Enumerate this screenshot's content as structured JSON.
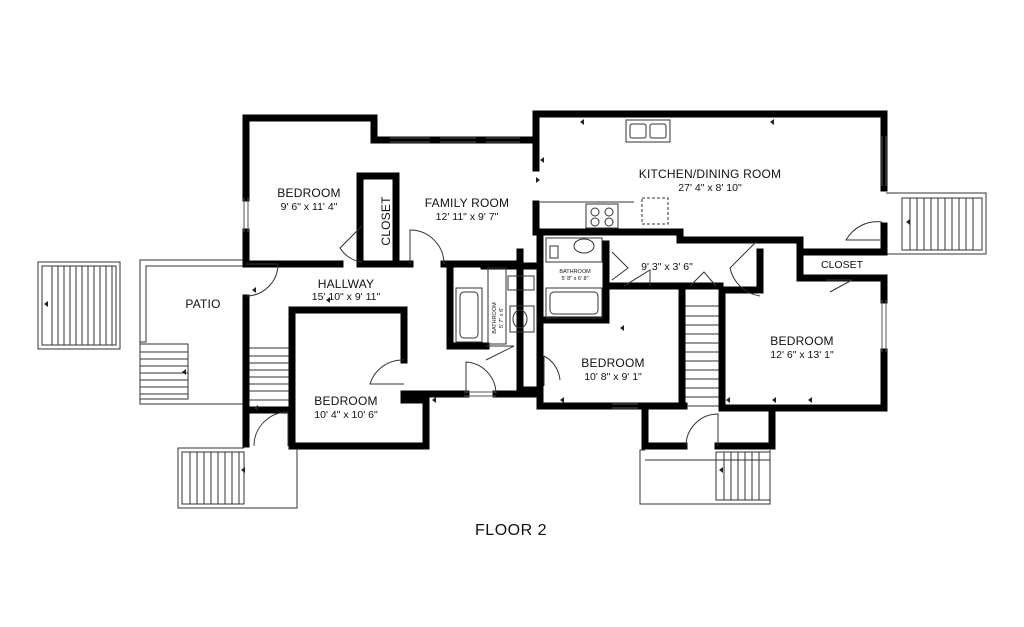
{
  "floor_label": "FLOOR 2",
  "rooms": {
    "bedroom_nw": {
      "name": "BEDROOM",
      "size": "9' 6\" x 11' 4\""
    },
    "closet_nw": {
      "name": "CLOSET"
    },
    "family_room": {
      "name": "FAMILY ROOM",
      "size": "12' 11\" x 9' 7\""
    },
    "kitchen_dining": {
      "name": "KITCHEN/DINING ROOM",
      "size": "27' 4\" x 8' 10\""
    },
    "hallway": {
      "name": "HALLWAY",
      "size": "15' 10\" x 9' 11\""
    },
    "patio": {
      "name": "PATIO"
    },
    "bathroom_small": {
      "name": "BATHROOM",
      "size": "5' 7\" x 6'"
    },
    "bathroom_main": {
      "name": "BATHROOM",
      "size": "5' 8\" x 6' 8\""
    },
    "hall_small": {
      "size": "9' 3\" x 3' 6\""
    },
    "bedroom_sw": {
      "name": "BEDROOM",
      "size": "10' 4\" x 10' 6\""
    },
    "bedroom_center": {
      "name": "BEDROOM",
      "size": "10' 8\" x 9' 1\""
    },
    "bedroom_east": {
      "name": "BEDROOM",
      "size": "12' 6\" x 13' 1\""
    },
    "closet_east": {
      "name": "CLOSET"
    }
  }
}
